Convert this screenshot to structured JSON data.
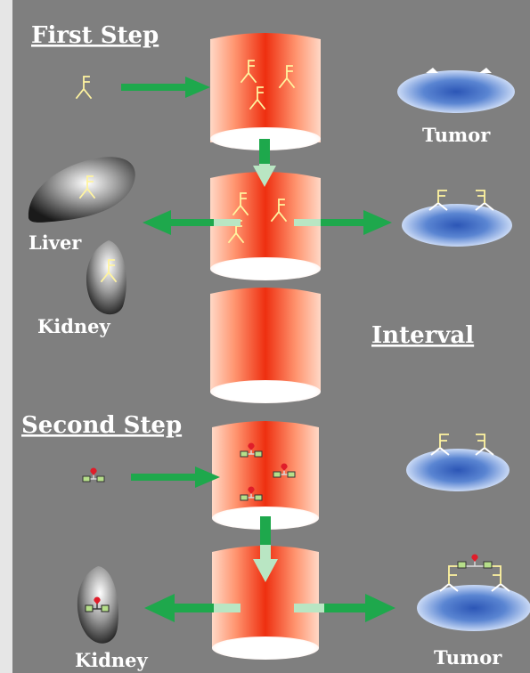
{
  "labels": {
    "first_step": "First Step",
    "second_step": "Second Step",
    "interval": "Interval",
    "tumor_top": "Tumor",
    "tumor_bottom": "Tumor",
    "liver": "Liver",
    "kidney_top": "Kidney",
    "kidney_bottom": "Kidney"
  },
  "colors": {
    "background": "#7f7f7f",
    "arrow": "#1ea84c",
    "arrow_light": "#b9e6c3",
    "antibody": "#fff4a0",
    "hapten_square": "#b6df8a",
    "hapten_dot": "#e01d2a",
    "tumor": "#5c86cf"
  },
  "icons": [
    "antibody-icon",
    "bivalent-hapten-icon",
    "blood-vessel-cylinder",
    "tumor-ellipse",
    "liver-organ",
    "kidney-organ",
    "green-arrow"
  ]
}
